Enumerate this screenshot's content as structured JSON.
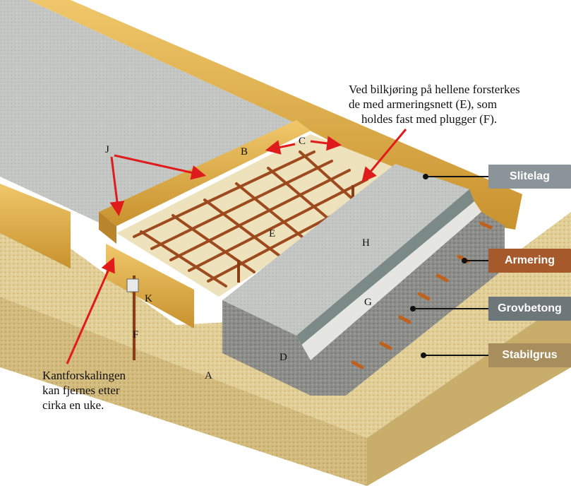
{
  "diagram": {
    "top_note": [
      "Ved bilkjøring på hellene forsterkes",
      "de med armeringsnett (E), som",
      "holdes fast med plugger (F)."
    ],
    "bottom_note": [
      "Kantforskalingen",
      "kan fjernes etter",
      "cirka en uke."
    ],
    "letters": {
      "A": "A",
      "B": "B",
      "C": "C",
      "D": "D",
      "E": "E",
      "F": "F",
      "G": "G",
      "H": "H",
      "J": "J",
      "K": "K"
    },
    "legend": [
      {
        "label": "Slitelag",
        "color": "#8a9499"
      },
      {
        "label": "Armering",
        "color": "#a65a2c"
      },
      {
        "label": "Grovbetong",
        "color": "#6d7679"
      },
      {
        "label": "Stabilgrus",
        "color": "#a88e5c"
      }
    ]
  }
}
